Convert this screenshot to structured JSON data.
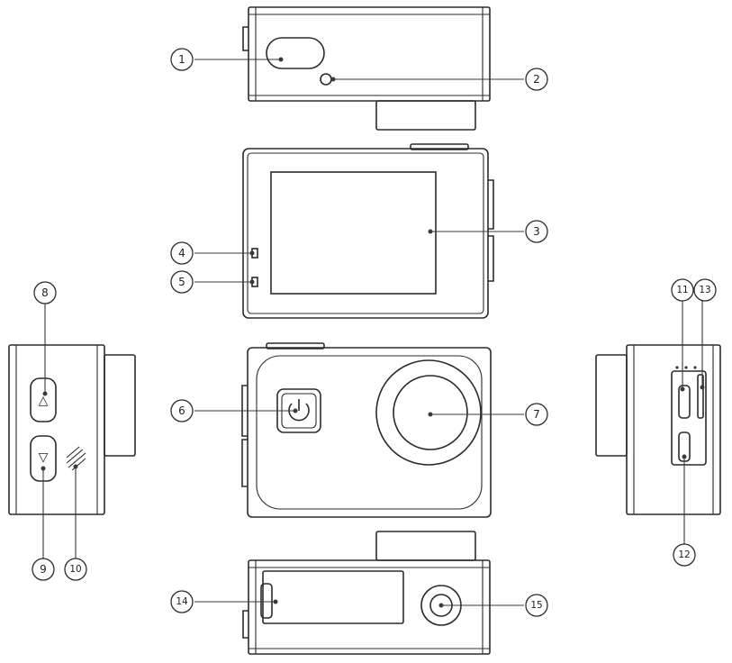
{
  "callouts": [
    {
      "id": "1",
      "label": "1"
    },
    {
      "id": "2",
      "label": "2"
    },
    {
      "id": "3",
      "label": "3"
    },
    {
      "id": "4",
      "label": "4"
    },
    {
      "id": "5",
      "label": "5"
    },
    {
      "id": "6",
      "label": "6"
    },
    {
      "id": "7",
      "label": "7"
    },
    {
      "id": "8",
      "label": "8"
    },
    {
      "id": "9",
      "label": "9"
    },
    {
      "id": "10",
      "label": "10"
    },
    {
      "id": "11",
      "label": "11"
    },
    {
      "id": "12",
      "label": "12"
    },
    {
      "id": "13",
      "label": "13"
    },
    {
      "id": "14",
      "label": "14"
    },
    {
      "id": "15",
      "label": "15"
    }
  ],
  "glyphs": {
    "up": "△",
    "down": "▽"
  },
  "icons": {
    "power": "power-icon",
    "speaker": "speaker-grille-icon",
    "lens": "lens-icon"
  },
  "colors": {
    "stroke": "#2b2b2b",
    "background": "#ffffff"
  }
}
